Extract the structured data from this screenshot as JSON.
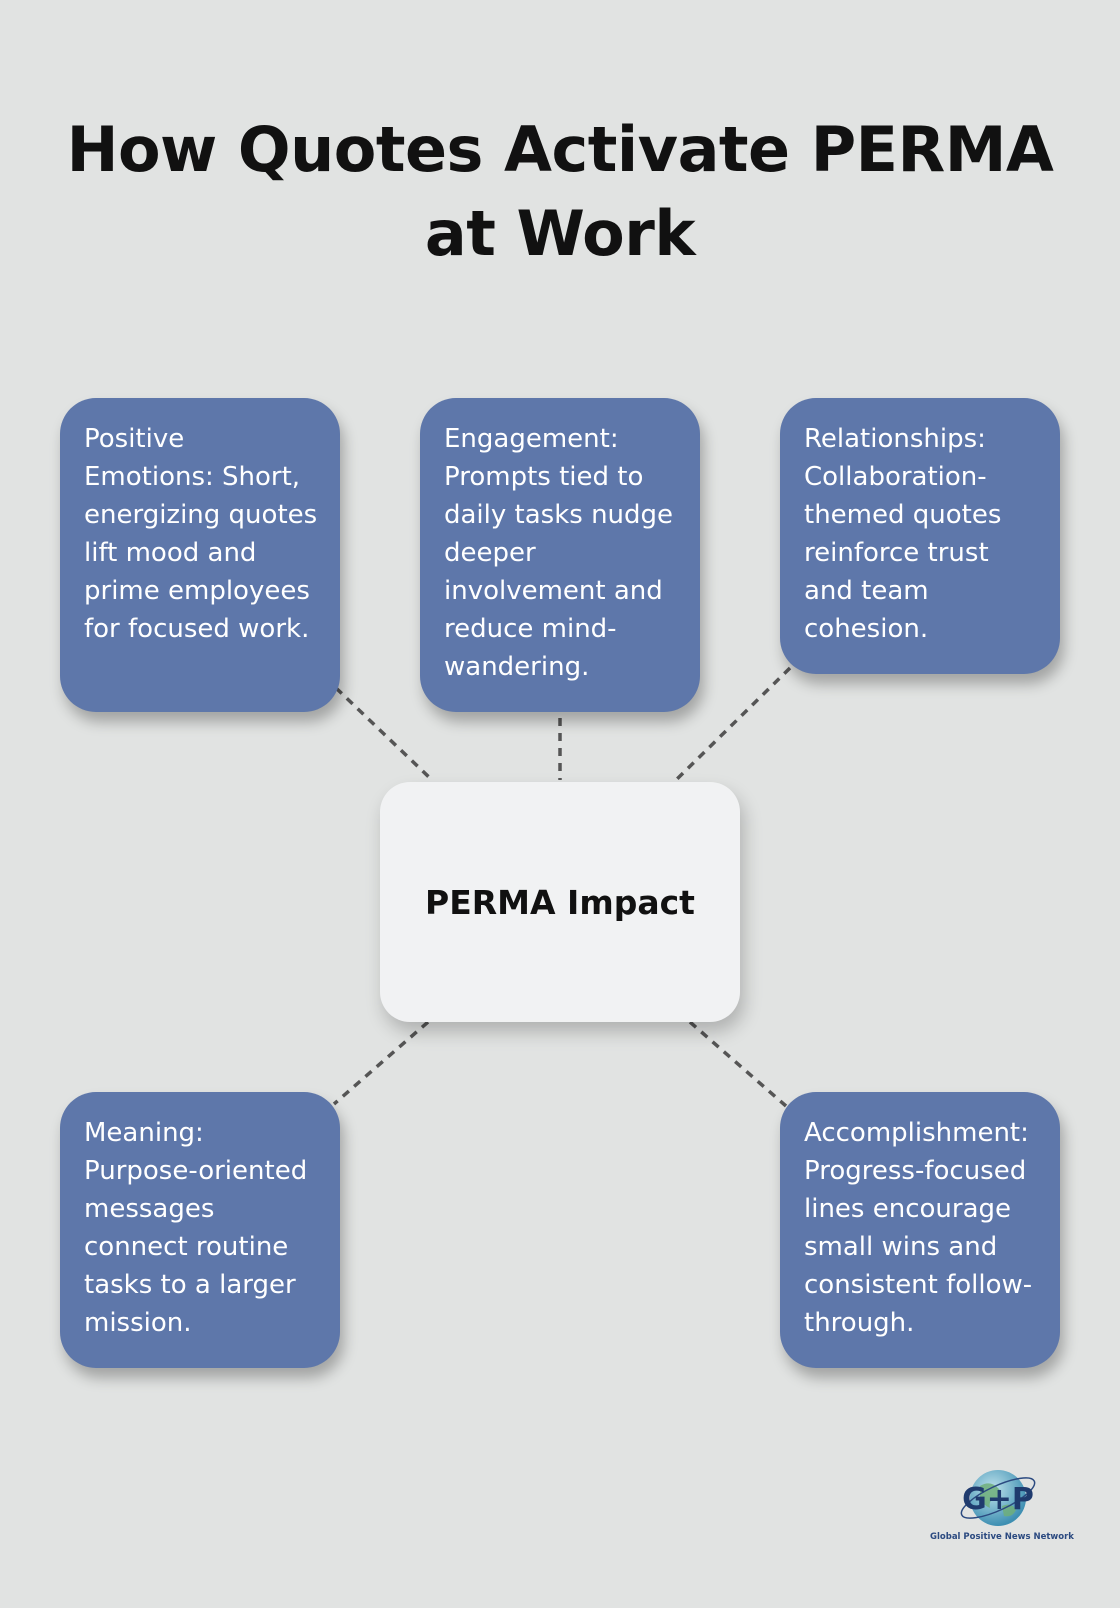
{
  "title": "How Quotes Activate PERMA at Work",
  "center": {
    "label": "PERMA Impact"
  },
  "nodes": [
    {
      "text": "Positive Emotions: Short, energizing quotes lift mood and prime employees for focused work."
    },
    {
      "text": "Engagement: Prompts tied to daily tasks nudge deeper involvement and reduce mind-wandering."
    },
    {
      "text": "Relationships: Collaboration-themed quotes reinforce trust and team cohesion."
    },
    {
      "text": "Meaning: Purpose-oriented messages connect routine tasks to a larger mission."
    },
    {
      "text": "Accomplishment: Progress-focused lines encourage small wins and consistent follow-through."
    }
  ],
  "colors": {
    "background": "#e1e3e2",
    "card": "#5e77aa",
    "center": "#f1f2f3",
    "connector": "#555555"
  },
  "logo": {
    "initials": "G+P",
    "caption": "Global Positive News Network",
    "icon": "globe-icon"
  }
}
